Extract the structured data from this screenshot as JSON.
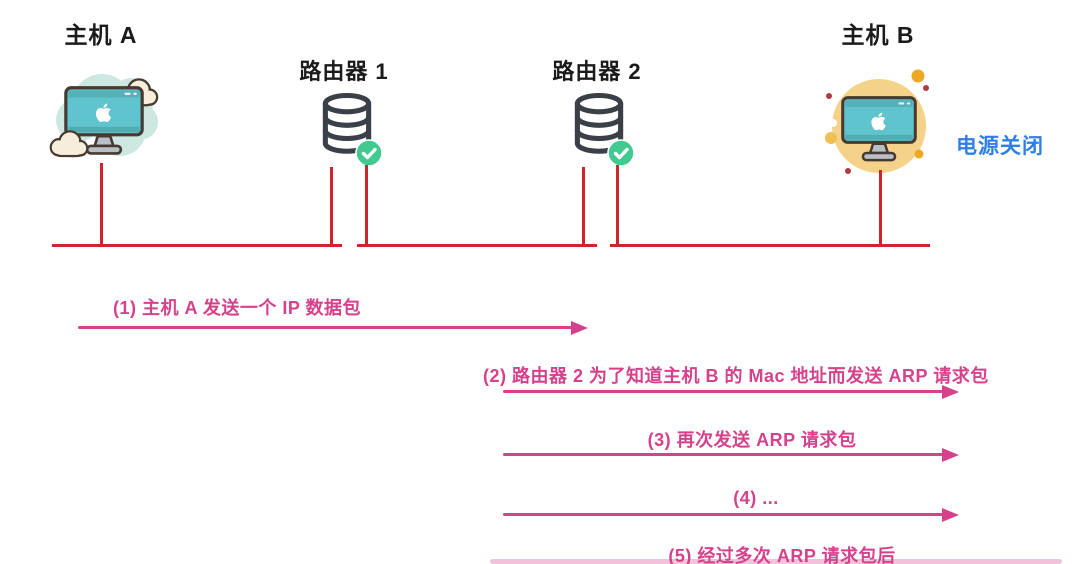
{
  "diagram": {
    "title_hint": "ARP request sequence diagram",
    "nodes": [
      {
        "id": "host-a",
        "label": "主机 A",
        "type": "host",
        "icon": "imac-computer-with-clouds"
      },
      {
        "id": "router-1",
        "label": "路由器 1",
        "type": "router",
        "icon": "database-cylinder-with-green-check"
      },
      {
        "id": "router-2",
        "label": "路由器 2",
        "type": "router",
        "icon": "database-cylinder-with-green-check"
      },
      {
        "id": "host-b",
        "label": "主机 B",
        "type": "host",
        "icon": "imac-computer-on-yellow-circle"
      }
    ],
    "host_b_status": "电源关闭",
    "messages": [
      {
        "step": 1,
        "label": "(1) 主机 A 发送一个 IP 数据包"
      },
      {
        "step": 2,
        "label": "(2) 路由器 2 为了知道主机 B 的 Mac 地址而发送 ARP 请求包"
      },
      {
        "step": 3,
        "label": "(3) 再次发送 ARP 请求包"
      },
      {
        "step": 4,
        "label": "(4) ..."
      },
      {
        "step": 5,
        "label": "(5) 经过多次 ARP 请求包后"
      }
    ],
    "colors": {
      "network_line_red": "#d0232b",
      "message_pink": "#d6418c",
      "status_blue": "#2e7fe8",
      "check_green": "#41c98f",
      "screen_teal": "#5fc4cd",
      "host_b_circle_yellow": "#f5d28a"
    }
  }
}
